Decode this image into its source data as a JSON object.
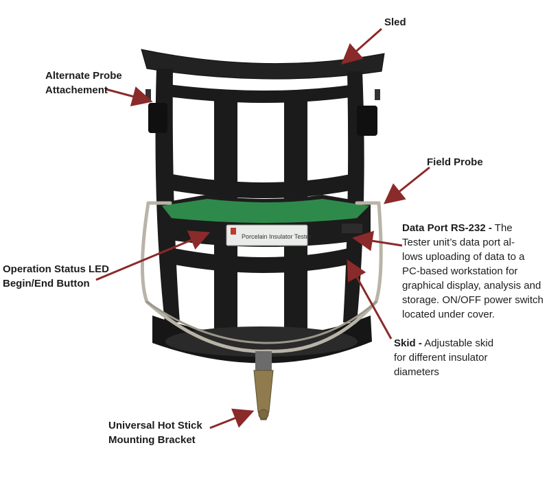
{
  "labels": {
    "sled": "Sled",
    "alt_probe": [
      "Alternate Probe",
      "Attachement"
    ],
    "field_probe": "Field Probe",
    "status_led": [
      "Operation Status LED",
      "Begin/End Button"
    ],
    "hot_stick": [
      "Universal Hot Stick",
      "Mounting Bracket"
    ]
  },
  "data_port": {
    "title": "Data Port RS-232 -",
    "lines": [
      "The",
      "Tester unit’s data port al-",
      "lows uploading of data to a",
      "PC-based workstation for",
      "graphical display, analysis and",
      "storage. ON/OFF power switch",
      "located under cover."
    ]
  },
  "skid": {
    "title": "Skid -",
    "lines": [
      "Adjustable skid",
      "for different insulator",
      "diameters"
    ]
  },
  "device": {
    "plate_text": "Porcelain Insulator Tester"
  },
  "colors": {
    "arrow": "#8b2a2a",
    "frame": "#1b1b1b",
    "panel": "#2e8a4a",
    "rod": "#b9b4a8",
    "bracket": "#8f7b4e"
  }
}
